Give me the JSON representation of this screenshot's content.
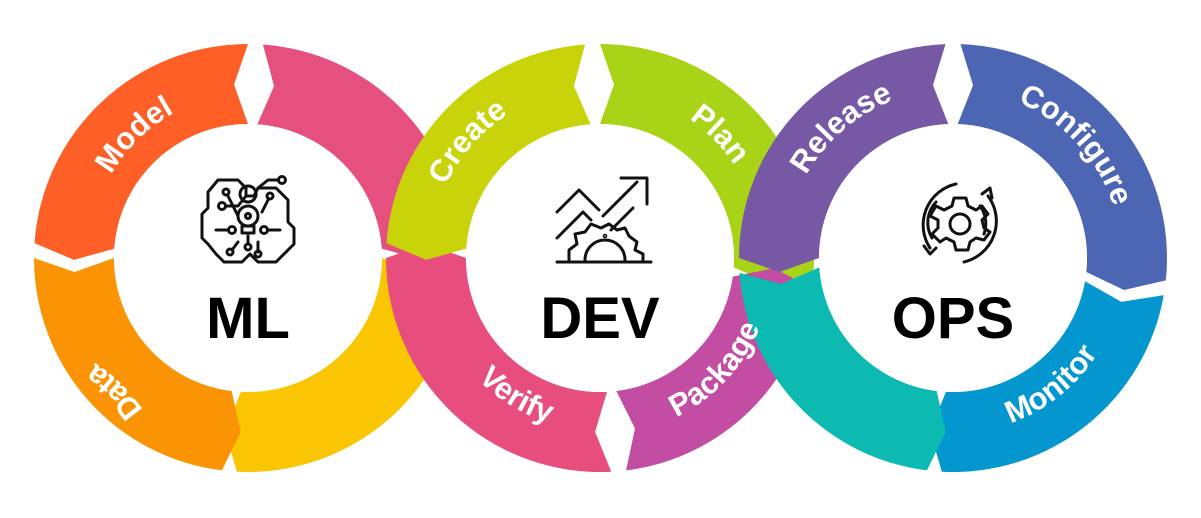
{
  "rings": [
    {
      "id": "ml",
      "title": "ML",
      "icon": "brain-circuit-lightbulb-icon",
      "segments": [
        {
          "label": "Model",
          "color": "#FD5F27",
          "position": "top-left"
        },
        {
          "label": "",
          "color": "#E5507E",
          "position": "top-right"
        },
        {
          "label": "",
          "color": "#FAC603",
          "position": "bottom-right"
        },
        {
          "label": "Data",
          "color": "#FB9405",
          "position": "bottom-left"
        }
      ]
    },
    {
      "id": "dev",
      "title": "DEV",
      "icon": "growth-arrow-gear-icon",
      "segments": [
        {
          "label": "Create",
          "color": "#C9D30A",
          "position": "top-left"
        },
        {
          "label": "Plan",
          "color": "#A8D316",
          "position": "top-right"
        },
        {
          "label": "Package",
          "color": "#C34DA2",
          "position": "bottom-right"
        },
        {
          "label": "Verify",
          "color": "#E74E7E",
          "position": "bottom-left"
        }
      ]
    },
    {
      "id": "ops",
      "title": "OPS",
      "icon": "gear-cycle-icon",
      "segments": [
        {
          "label": "Release",
          "color": "#7658A5",
          "position": "top-left"
        },
        {
          "label": "Configure",
          "color": "#4D66B3",
          "position": "top-right"
        },
        {
          "label": "Monitor",
          "color": "#0496CF",
          "position": "bottom-right"
        },
        {
          "label": "",
          "color": "#0DBAB1",
          "position": "bottom-left"
        }
      ]
    }
  ]
}
